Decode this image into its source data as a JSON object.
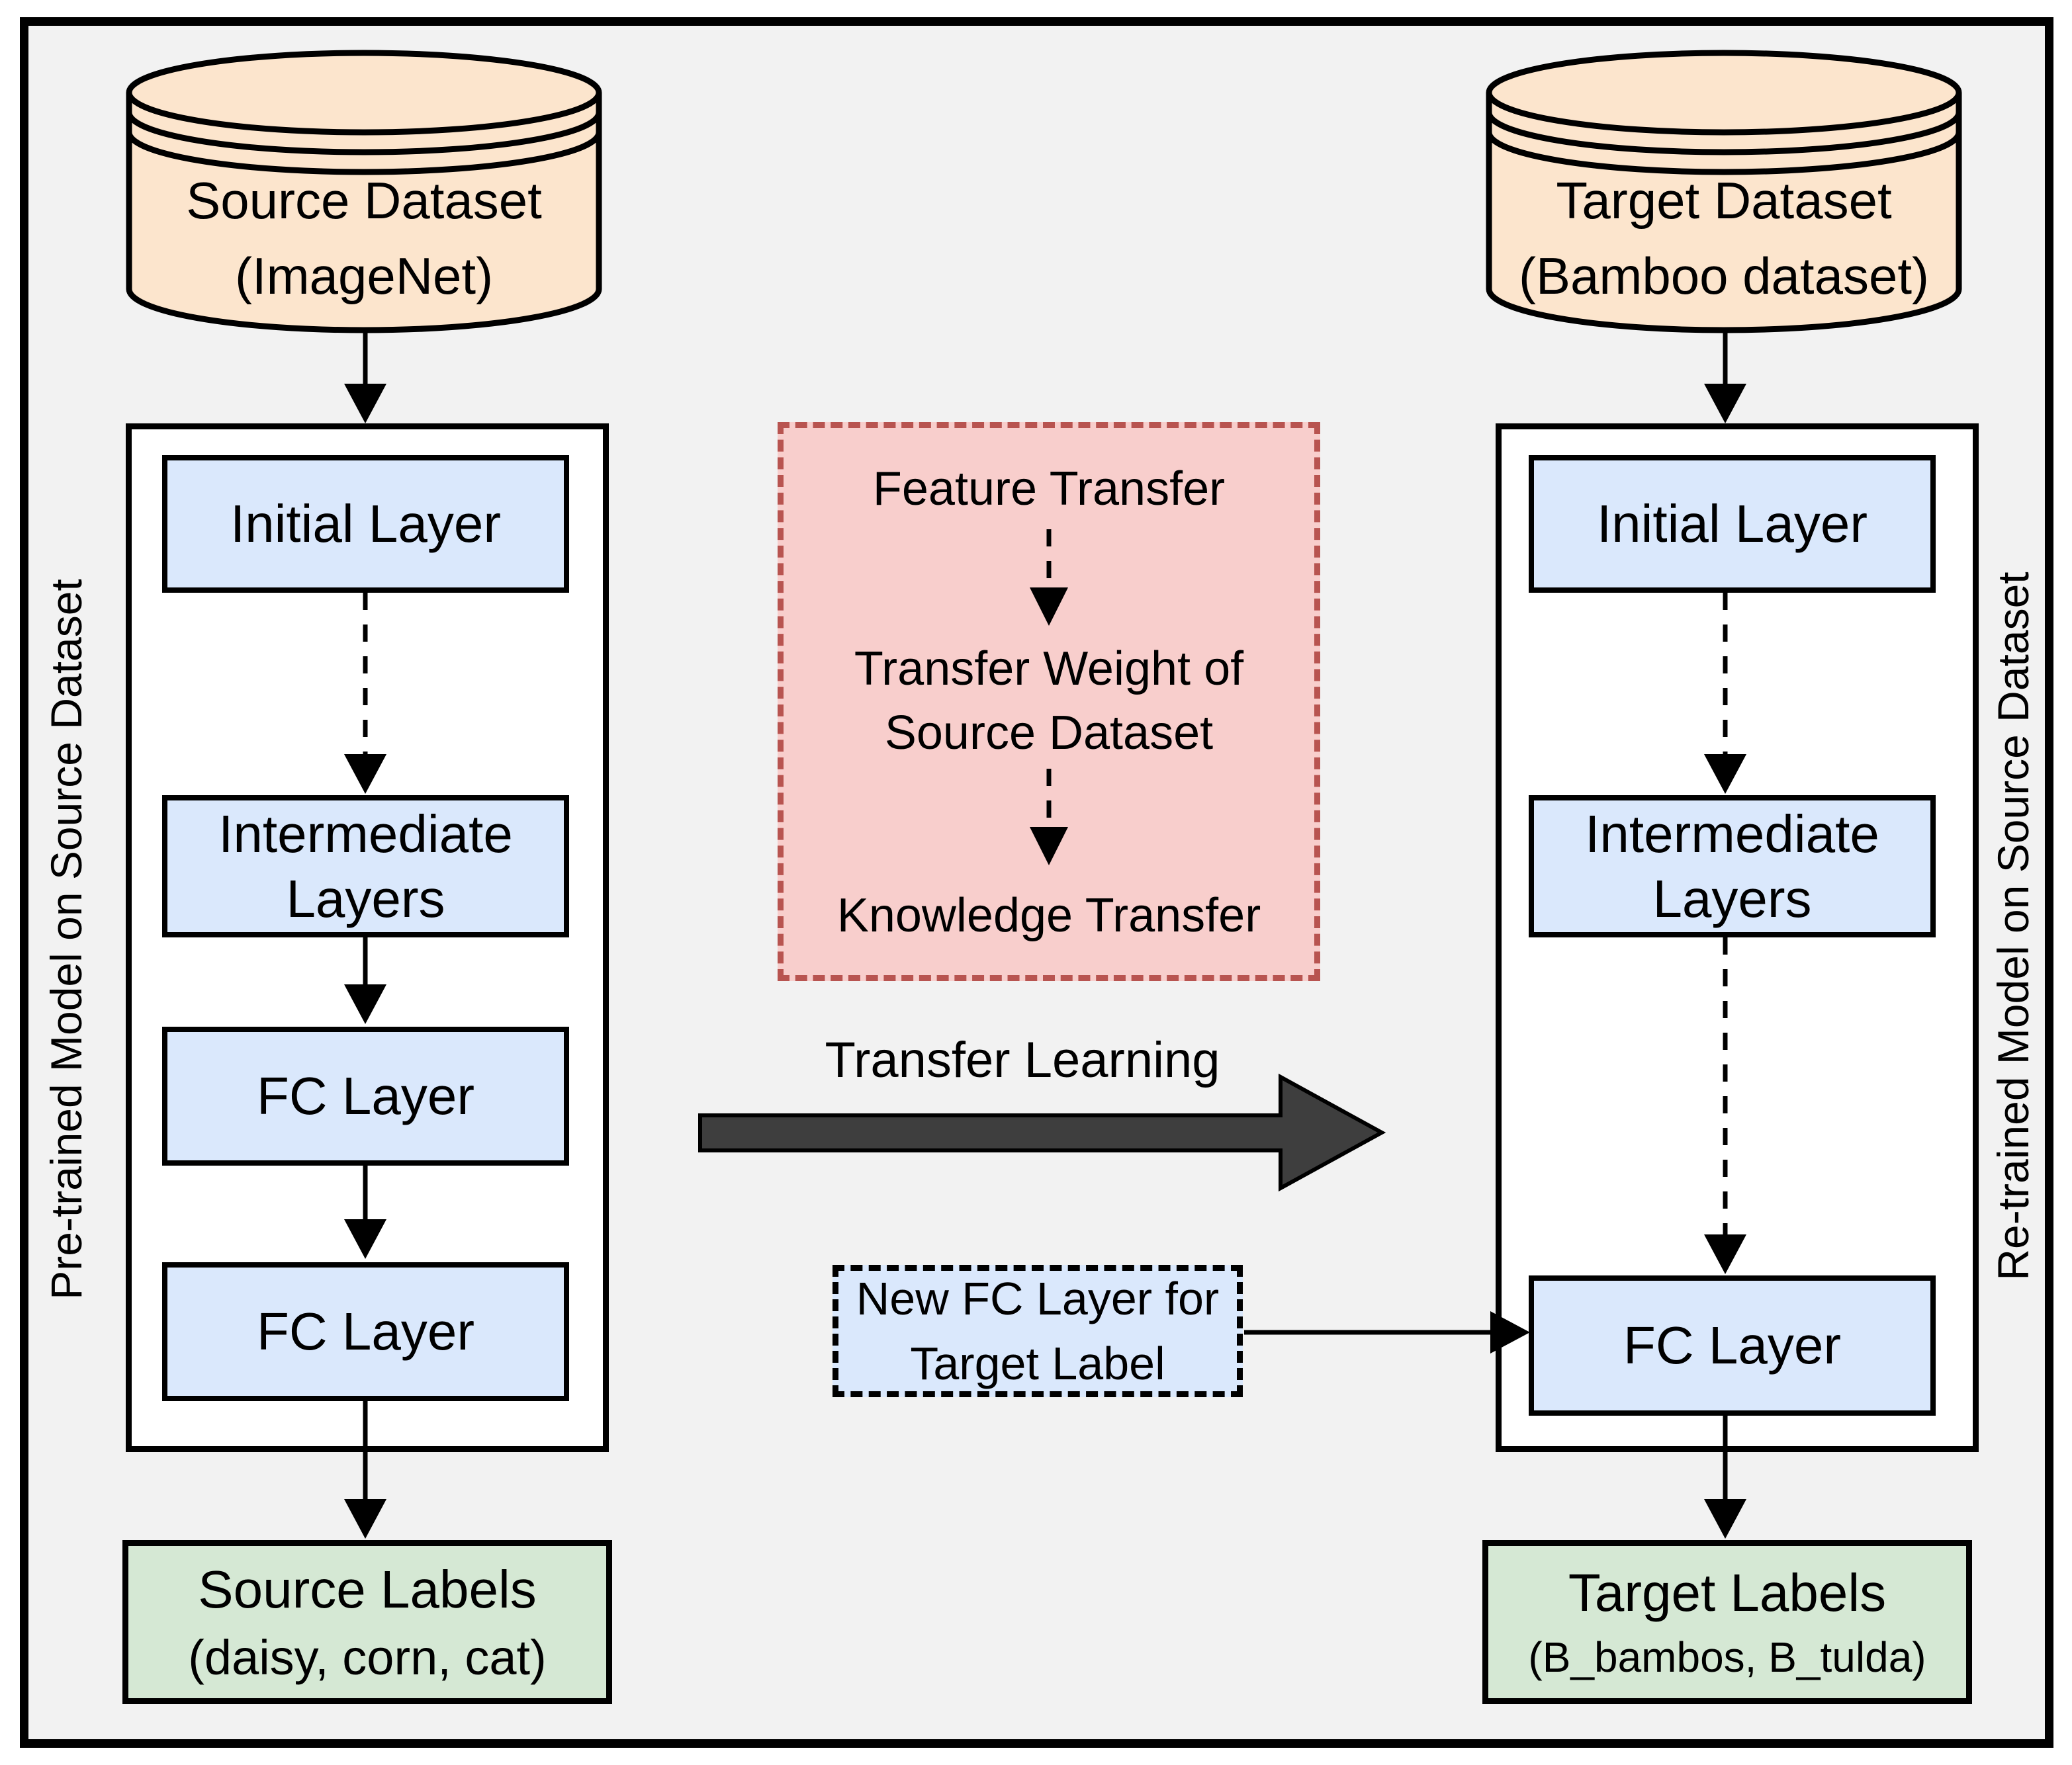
{
  "figure": {
    "colors": {
      "background": "#F2F2F2",
      "dataset_fill": "#FCE5CD",
      "layer_fill": "#DAE8FC",
      "labels_fill": "#D5E8D4",
      "transfer_fill": "#F8CECC",
      "transfer_border": "#B85450",
      "block_arrow_fill": "#3E3E3E",
      "stroke": "#000000"
    },
    "left_pipeline": {
      "dataset_cylinder": {
        "line1": "Source Dataset",
        "line2": "(ImageNet)"
      },
      "side_label": "Pre-trained Model on Source Dataset",
      "layer_boxes": {
        "initial": "Initial Layer",
        "intermediate": "Intermediate Layers",
        "fc1": "FC Layer",
        "fc2": "FC Layer"
      },
      "labels_box": {
        "line1": "Source Labels",
        "line2": "(daisy, corn, cat)"
      }
    },
    "transfer_panel": {
      "step1": "Feature Transfer",
      "step2_line1": "Transfer Weight of",
      "step2_line2": "Source Dataset",
      "step3": "Knowledge Transfer"
    },
    "transfer_learning_label": "Transfer Learning",
    "new_fc_box": {
      "line1": "New FC Layer for",
      "line2": "Target Label"
    },
    "right_pipeline": {
      "dataset_cylinder": {
        "line1": "Target Dataset",
        "line2": "(Bamboo dataset)"
      },
      "side_label": "Re-trained Model on Source Dataset",
      "layer_boxes": {
        "initial": "Initial Layer",
        "intermediate": "Intermediate Layers",
        "fc": "FC Layer"
      },
      "labels_box": {
        "line1": "Target Labels",
        "line2": "(B_bambos, B_tulda)"
      }
    }
  }
}
